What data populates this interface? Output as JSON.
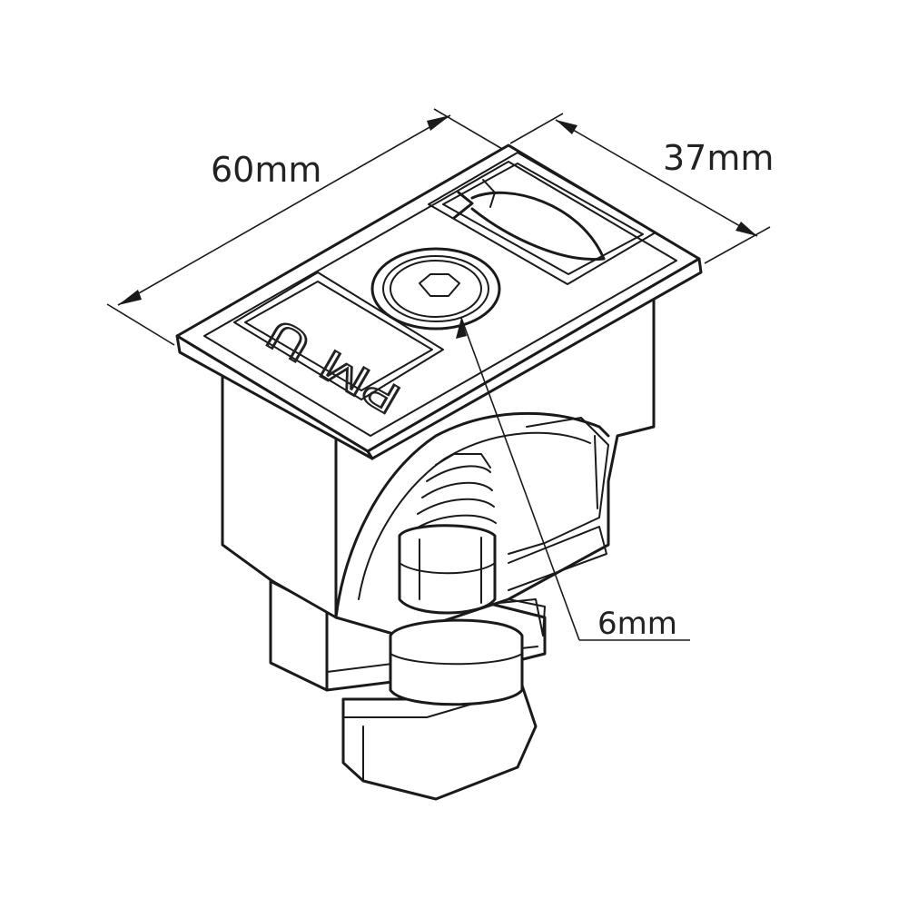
{
  "dimensions": {
    "length": "60mm",
    "width": "37mm",
    "bolt": "6mm"
  },
  "embossed_logo": "PM U",
  "logo_icon": "fish-icon",
  "bolt_icon": "hex-socket-bolt-icon"
}
